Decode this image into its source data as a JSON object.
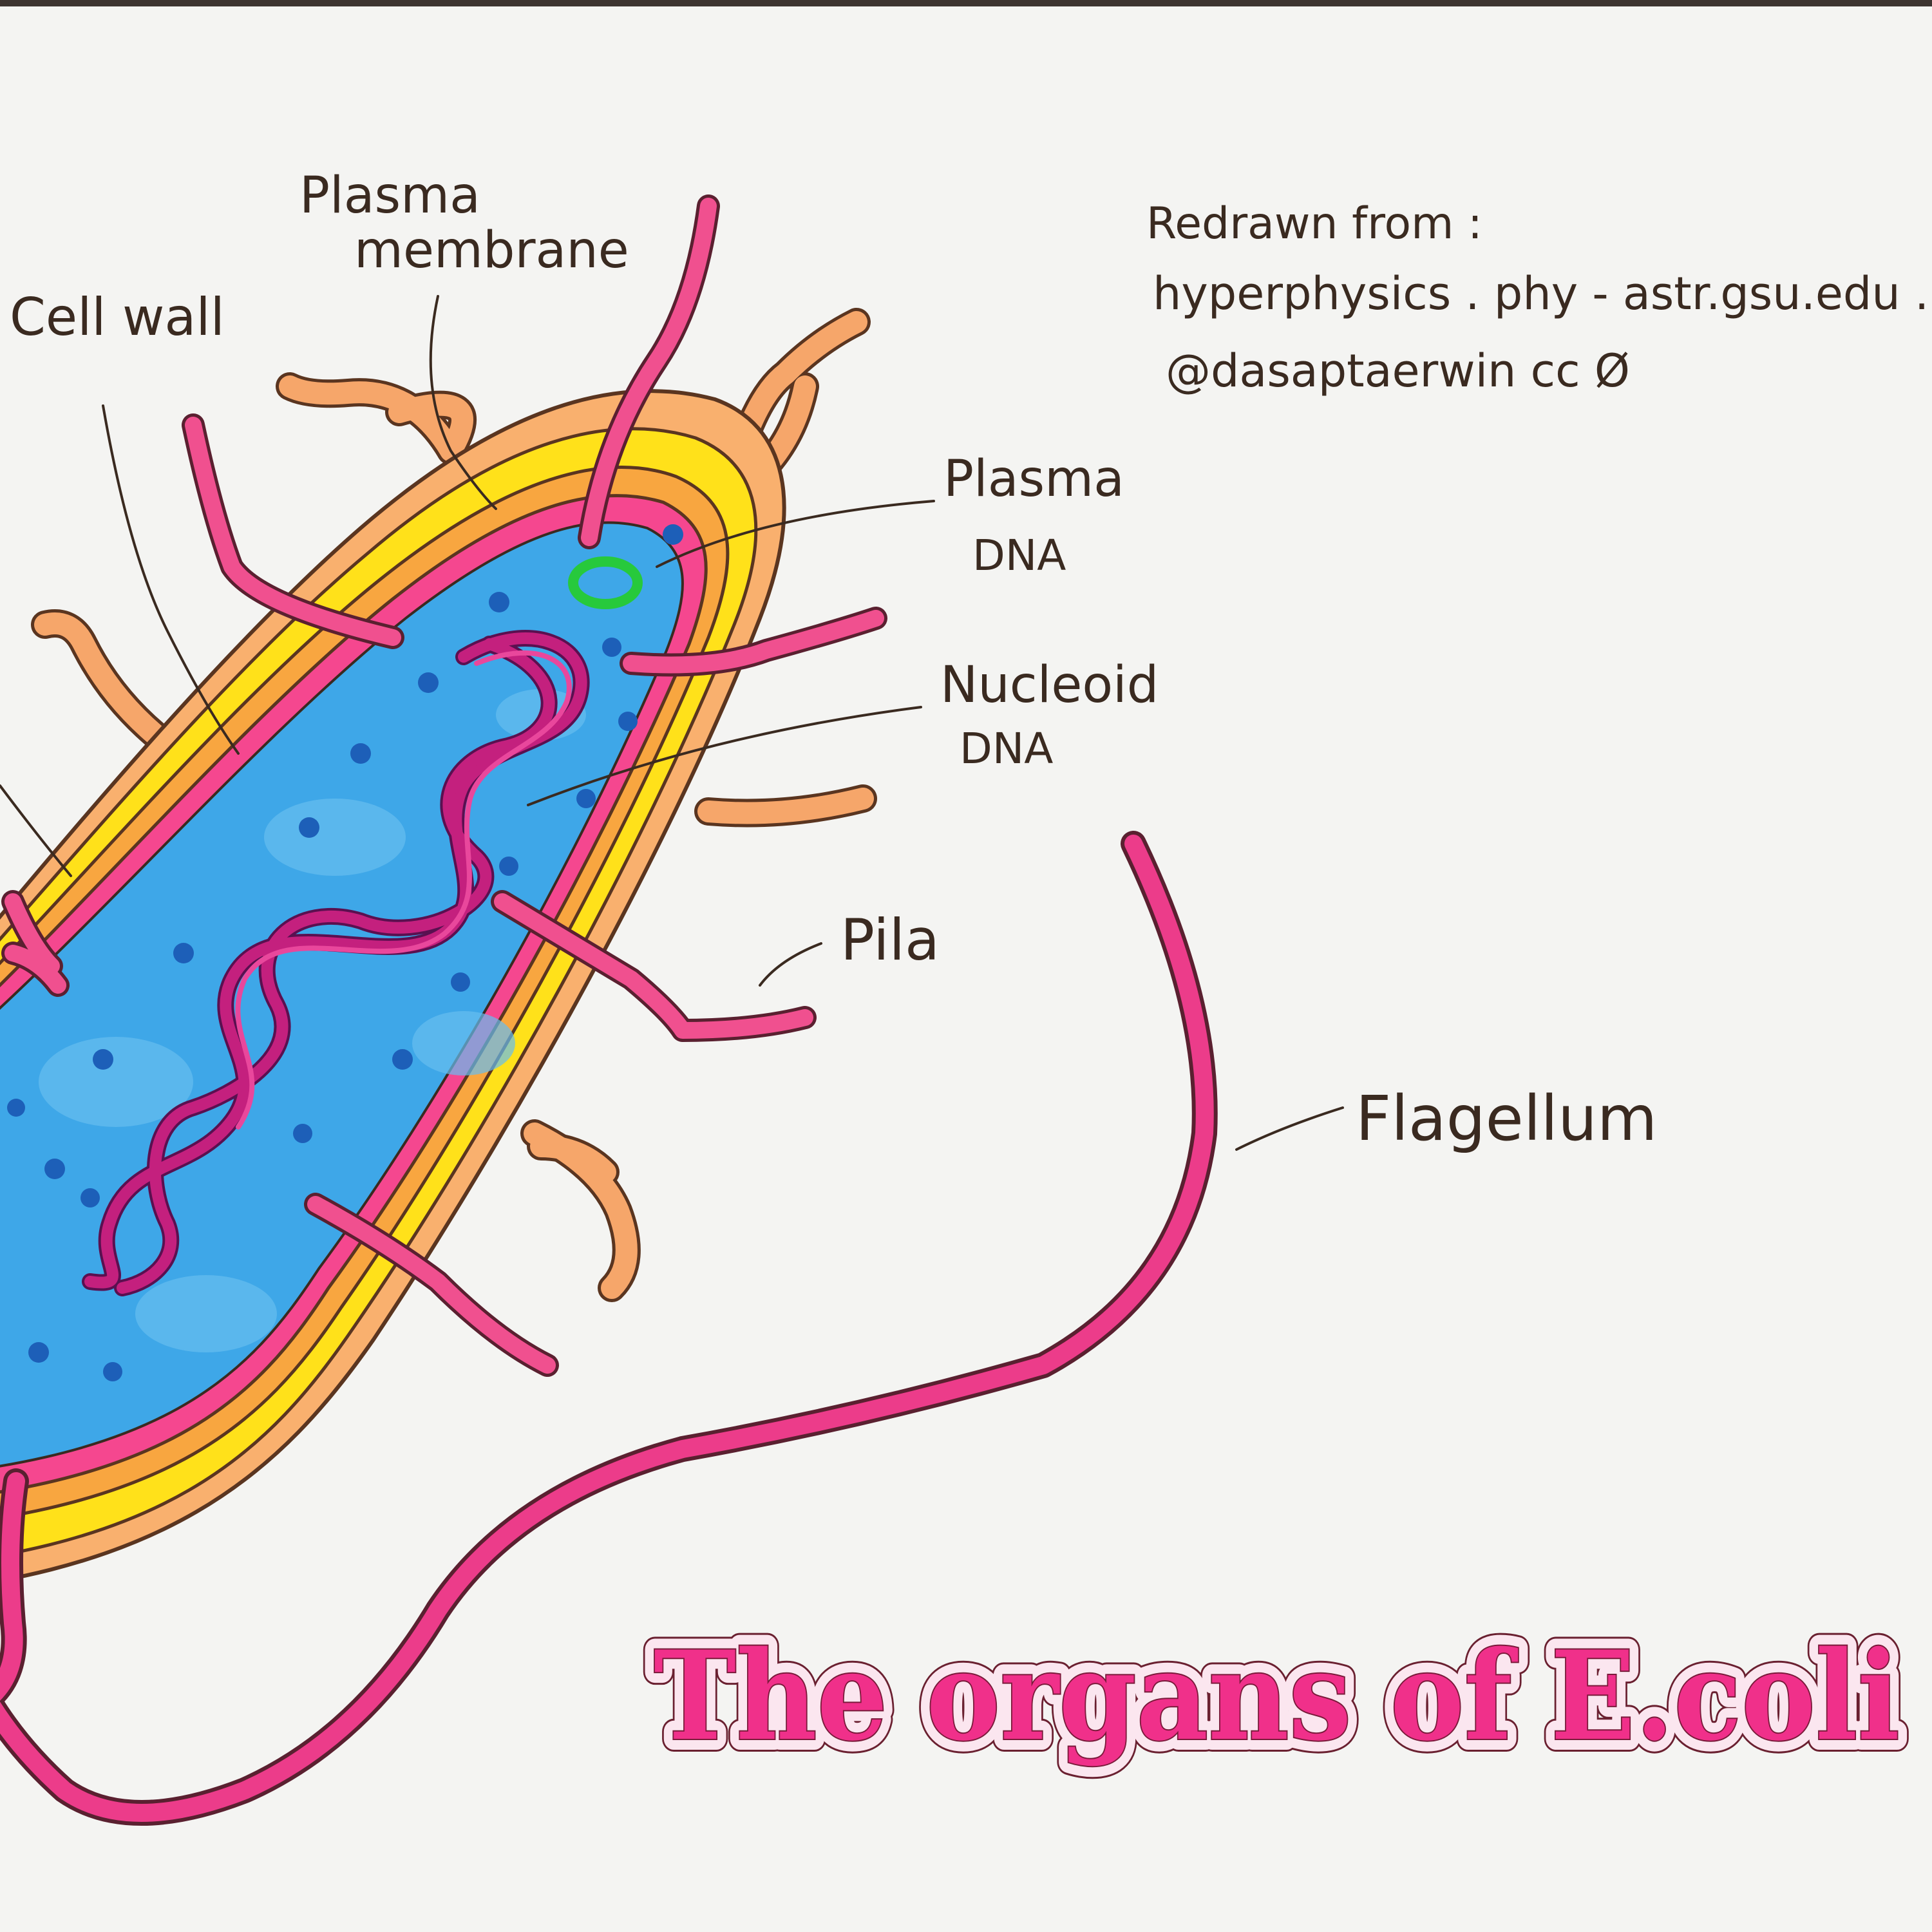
{
  "credit": {
    "line1": "Redrawn from :",
    "line2": "hyperphysics . phy - astr.gsu.edu .",
    "line3": "@dasaptaerwin  cc Ø"
  },
  "labels": {
    "plasma_membrane_1": "Plasma",
    "plasma_membrane_2": "membrane",
    "cell_wall": "Cell wall",
    "plasma_dna_1": "Plasma",
    "plasma_dna_2": "DNA",
    "nucleoid_dna_1": "Nucleoid",
    "nucleoid_dna_2": "DNA",
    "pila": "Pila",
    "flagellum": "Flagellum"
  },
  "title": "The organs of E.coli",
  "colors": {
    "cytoplasm": "#3ea7e8",
    "cell_wall_yellow": "#ffe11a",
    "capsule_orange": "#f9b06e",
    "membrane_pink": "#f5478f",
    "pili_pink": "#f0508f",
    "fimbriae_orange": "#f6a66a",
    "plasmid_green": "#27c93c",
    "ribosome_dots": "#1d6fc8",
    "dna_magenta": "#c4207e",
    "title_pink": "#f0308a",
    "paper": "#f4f4f2"
  }
}
